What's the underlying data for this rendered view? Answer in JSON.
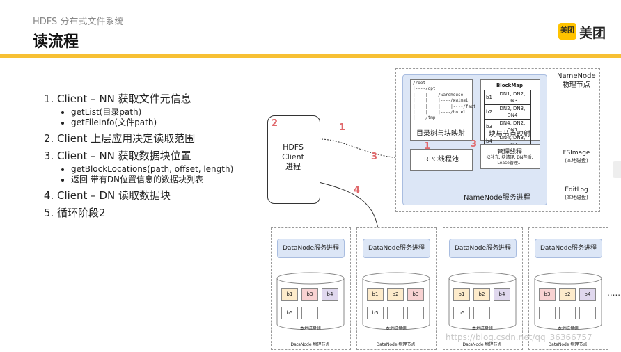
{
  "header": {
    "subtitle": "HDFS 分布式文件系统",
    "title": "读流程",
    "logo_mark": "美团",
    "logo_text": "美团"
  },
  "steps": [
    {
      "text": "Client – NN 获取文件元信息",
      "subs": [
        "getList(目录path)",
        "getFileInfo(文件path)"
      ]
    },
    {
      "text": "Client 上层应用决定读取范围",
      "subs": []
    },
    {
      "text": "Client – NN 获取数据块位置",
      "subs": [
        "getBlockLocations(path, offset, length)",
        "返回 带有DN位置信息的数据块列表"
      ]
    },
    {
      "text": "Client – DN 读取数据块",
      "subs": []
    },
    {
      "text": "循环阶段2",
      "subs": []
    }
  ],
  "namenode": {
    "label_line1": "NameNode",
    "label_line2": "物理节点",
    "dir_tree": "/root\n|----/opt\n|    |----/warehouse\n|    |    |----/waimai\n|    |    |    |----/fact\n|    |    |----/hotel\n|----/tmp",
    "dir_caption": "目录树与块映射",
    "blockmap_title": "BlockMap",
    "blockmap_rows": [
      [
        "b1",
        "DN1, DN2, DN3"
      ],
      [
        "b2",
        "DN2, DN3, DN4"
      ],
      [
        "b3",
        "DN4, DN2, DN1"
      ],
      [
        "b4",
        "DN4, DN3, DN1"
      ]
    ],
    "blockmap_caption": "块与节点映射",
    "rpc": "RPC线程池",
    "mgr_title": "管理线程",
    "mgr_sub1": "块补充, 块清理, DN存活,",
    "mgr_sub2": "Lease管理...",
    "process_label": "NameNode服务进程",
    "fsimage_line1": "FSImage",
    "fsimage_line2": "(本地磁盘)",
    "editlog_line1": "EditLog",
    "editlog_line2": "(本地磁盘)"
  },
  "client": {
    "line1": "HDFS",
    "line2": "Client",
    "line3": "进程"
  },
  "step_numbers": {
    "n1a": "1",
    "n1b": "1",
    "n2": "2",
    "n3a": "3",
    "n3b": "3",
    "n4a": "4",
    "n4b": "4"
  },
  "datanodes": [
    {
      "process": "DataNode服务进程",
      "blocks": [
        [
          "b1",
          "yel"
        ],
        [
          "b3",
          "red"
        ],
        [
          "b4",
          "pur"
        ]
      ],
      "lower": [
        [
          "b5",
          "wht"
        ],
        [
          "",
          "wht"
        ],
        [
          "",
          "wht"
        ]
      ],
      "disk": "本地磁盘组",
      "node": "DataNode 物理节点"
    },
    {
      "process": "DataNode服务进程",
      "blocks": [
        [
          "b1",
          "yel"
        ],
        [
          "b2",
          "yel"
        ],
        [
          "b3",
          "red"
        ]
      ],
      "lower": [
        [
          "b5",
          "wht"
        ],
        [
          "",
          "wht"
        ],
        [
          "",
          "wht"
        ]
      ],
      "disk": "本地磁盘组",
      "node": "DataNode 物理节点"
    },
    {
      "process": "DataNode服务进程",
      "blocks": [
        [
          "b1",
          "yel"
        ],
        [
          "b2",
          "yel"
        ],
        [
          "b4",
          "pur"
        ]
      ],
      "lower": [
        [
          "b5",
          "wht"
        ],
        [
          "",
          "wht"
        ],
        [
          "",
          "wht"
        ]
      ],
      "disk": "本地磁盘组",
      "node": "DataNode 物理节点"
    },
    {
      "process": "DataNode服务进程",
      "blocks": [
        [
          "b3",
          "red"
        ],
        [
          "b2",
          "yel"
        ],
        [
          "b4",
          "pur"
        ]
      ],
      "lower": [
        [
          "",
          "wht"
        ],
        [
          "",
          "wht"
        ],
        [
          "",
          "wht"
        ]
      ],
      "disk": "本地磁盘组",
      "node": "DataNode 物理节点"
    }
  ],
  "ellipsis": "......",
  "watermark": "https://blog.csdn.net/qq_36366757",
  "colors": {
    "accent_bar": "#F7C033",
    "logo": "#FFC300",
    "step_number": "#E0686B",
    "panel_blue": "#DCE6F6"
  }
}
